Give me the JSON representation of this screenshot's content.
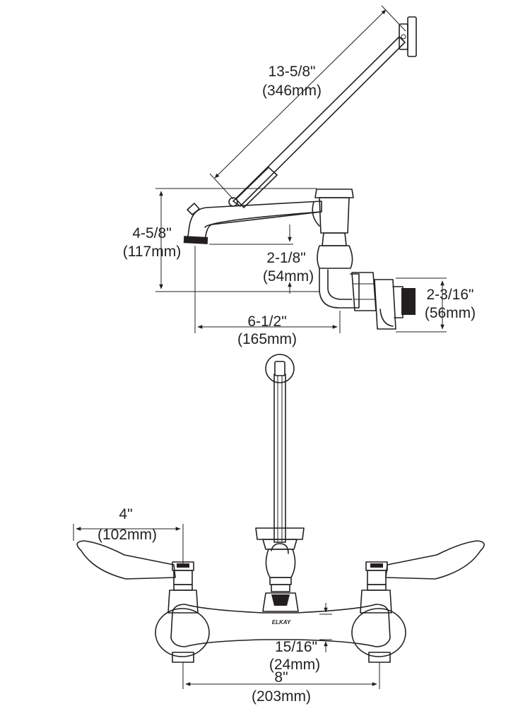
{
  "dimensions": {
    "arm_length": {
      "imperial": "13-5/8\"",
      "metric": "(346mm)"
    },
    "height": {
      "imperial": "4-5/8\"",
      "metric": "(117mm)"
    },
    "spout_drop": {
      "imperial": "2-1/8\"",
      "metric": "(54mm)"
    },
    "inlet_offset": {
      "imperial": "2-3/16\"",
      "metric": "(56mm)"
    },
    "spout_reach": {
      "imperial": "6-1/2\"",
      "metric": "(165mm)"
    },
    "handle_length": {
      "imperial": "4\"",
      "metric": "(102mm)"
    },
    "body_height": {
      "imperial": "15/16\"",
      "metric": "(24mm)"
    },
    "centers": {
      "imperial": "8\"",
      "metric": "(203mm)"
    }
  },
  "logo": "ELKAY"
}
